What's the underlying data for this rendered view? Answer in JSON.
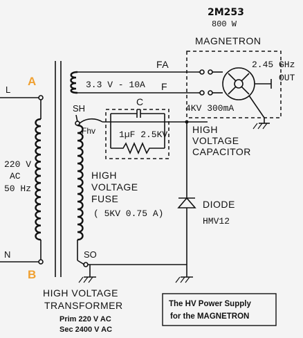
{
  "labels": {
    "title_model": "2M253",
    "title_power": "800 W",
    "magnetron": "MAGNETRON",
    "freq": "2.45 GHz",
    "out": "OUT",
    "fa": "FA",
    "f": "F",
    "filament_voltage": "3.3 V - 10A",
    "kv_current": "4KV 300mA",
    "point_a": "A",
    "point_b": "B",
    "l": "L",
    "n": "N",
    "line_voltage_1": "220 V",
    "line_voltage_2": "AC",
    "line_voltage_3": "50 Hz",
    "sh": "SH",
    "fhv": "Fhv",
    "cap_c": "C",
    "cap_value": "1µF 2.5KV",
    "hv_cap_1": "HIGH",
    "hv_cap_2": "VOLTAGE",
    "hv_cap_3": "CAPACITOR",
    "fuse_1": "HIGH",
    "fuse_2": "VOLTAGE",
    "fuse_3": "FUSE",
    "fuse_rating": "( 5KV 0.75 A)",
    "diode": "DIODE",
    "diode_part": "HMV12",
    "so": "SO",
    "transformer_1": "HIGH VOLTAGE",
    "transformer_2": "TRANSFORMER",
    "prim": "Prim 220 V AC",
    "sec": "Sec 2400 V AC",
    "caption_1": "The HV Power Supply",
    "caption_2": "for the MAGNETRON"
  },
  "colors": {
    "background": "#f4f4f4",
    "ink": "#111111",
    "accent_points": "#f0a030"
  }
}
